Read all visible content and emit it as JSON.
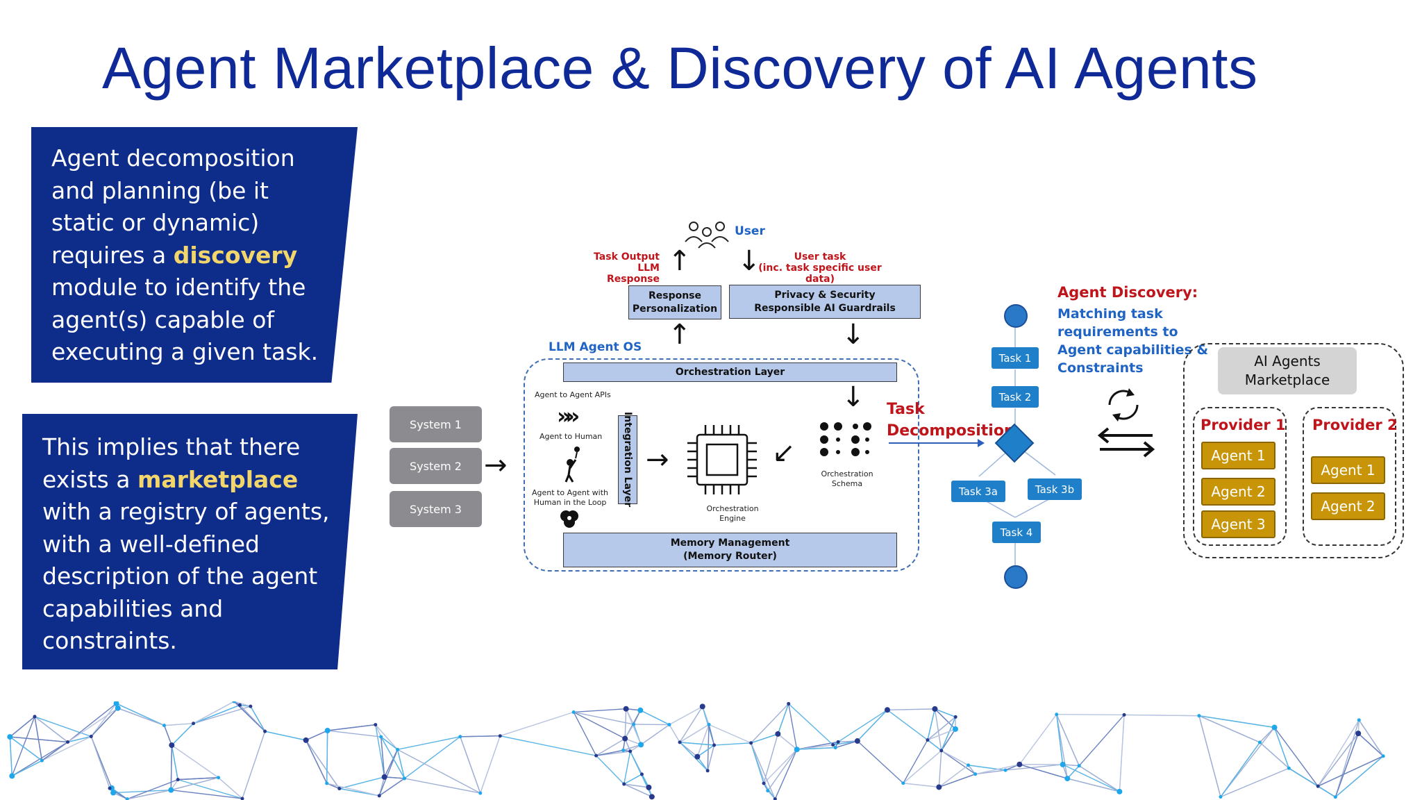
{
  "title": "Agent Marketplace & Discovery of AI Agents",
  "callout1": {
    "before": "Agent decomposition and planning (be it static or dynamic) requires a ",
    "highlight": "discovery",
    "after": " module to identify the agent(s) capable of executing a given task."
  },
  "callout2": {
    "before": "This implies that there exists a ",
    "highlight": "marketplace",
    "after": " with a registry of agents, with a well-defined description of the agent capabilities and constraints."
  },
  "diagram": {
    "systems": [
      "System 1",
      "System 2",
      "System 3"
    ],
    "user": "User",
    "task_output": "Task Output",
    "llm_response": "LLM Response",
    "user_task": "User task",
    "user_task_sub": "(inc. task specific user data)",
    "response_personalization": "Response Personalization",
    "privacy_security": "Privacy & Security",
    "guardrails": "Responsible AI Guardrails",
    "llm_agent_os": "LLM Agent OS",
    "orchestration_layer": "Orchestration Layer",
    "agent_to_agent_apis": "Agent to Agent APIs",
    "agent_to_human": "Agent to Human",
    "agent_to_agent_human": "Agent to Agent with Human in the Loop",
    "integration_layer": "Integration Layer",
    "orchestration_engine": "Orchestration Engine",
    "orchestration_schema": "Orchestration Schema",
    "memory_management": "Memory Management",
    "memory_router": "(Memory Router)",
    "task_decomposition_1": "Task",
    "task_decomposition_2": "Decomposition"
  },
  "flow": {
    "tasks": [
      "Task 1",
      "Task 2",
      "Task 3a",
      "Task 3b",
      "Task 4"
    ]
  },
  "discovery": {
    "title": "Agent Discovery:",
    "desc_lines": [
      "Matching task",
      "requirements to",
      "Agent capabilities &",
      "Constraints"
    ]
  },
  "marketplace": {
    "title": "AI Agents Marketplace",
    "providers": [
      {
        "name": "Provider 1",
        "agents": [
          "Agent 1",
          "Agent 2",
          "Agent 3"
        ]
      },
      {
        "name": "Provider 2",
        "agents": [
          "Agent 1",
          "Agent 2"
        ]
      }
    ]
  },
  "colors": {
    "title": "#0f2a96",
    "callout": "#0e2d8a",
    "highlight": "#f3d66b",
    "red": "#c0141b",
    "task": "#1f7fc9",
    "agent": "#c99508"
  }
}
